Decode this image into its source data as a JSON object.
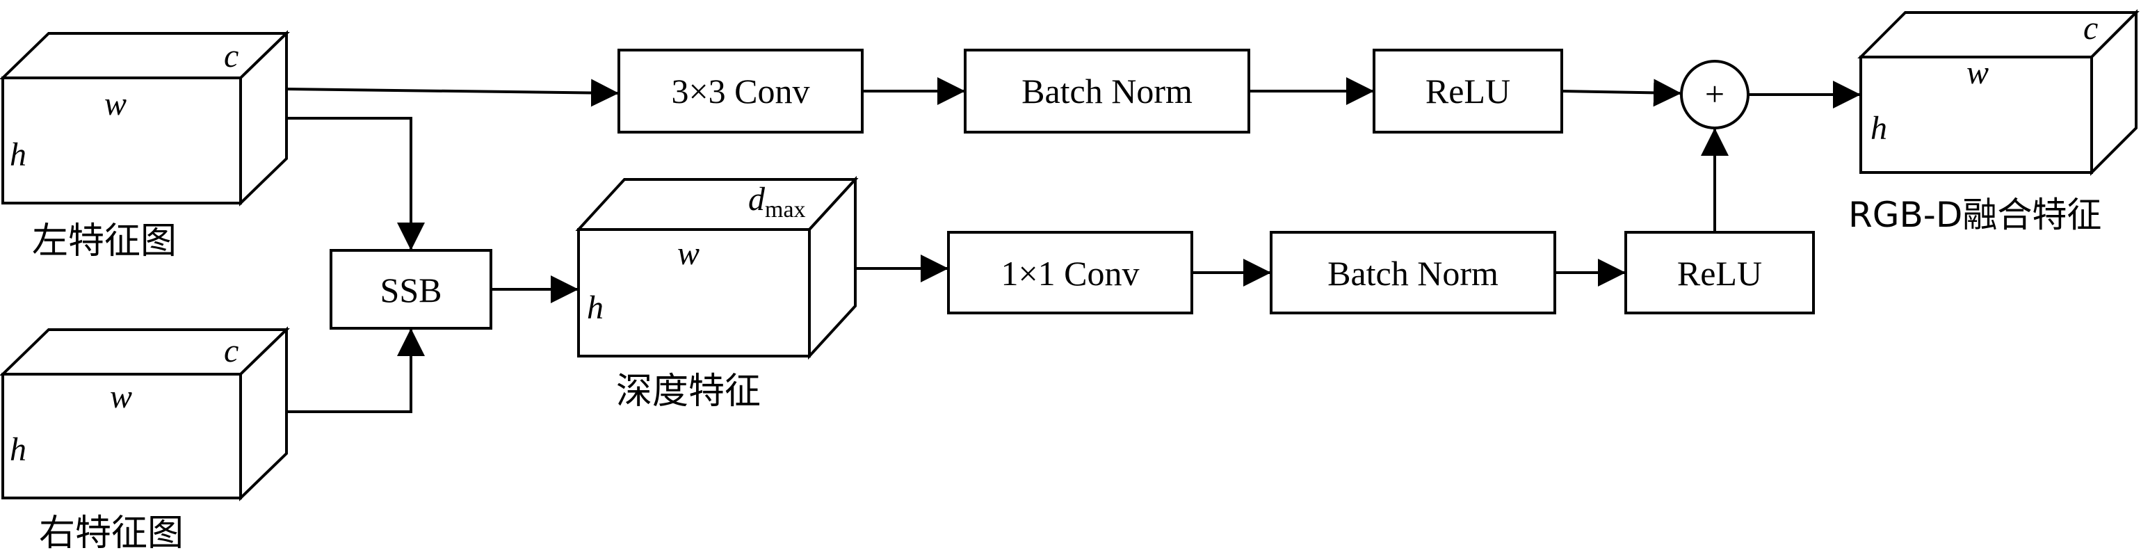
{
  "cubes": {
    "left_feature": {
      "w": "w",
      "h": "h",
      "c": "c",
      "caption": "左特征图"
    },
    "right_feature": {
      "w": "w",
      "h": "h",
      "c": "c",
      "caption": "右特征图"
    },
    "depth_feature": {
      "w": "w",
      "h": "h",
      "d": "d",
      "d_sub": "max",
      "caption": "深度特征"
    },
    "fusion_feature": {
      "w": "w",
      "h": "h",
      "c": "c",
      "caption": "RGB-D融合特征"
    }
  },
  "blocks": {
    "ssb": "SSB",
    "conv3": "3×3 Conv",
    "bn_top": "Batch Norm",
    "relu_top": "ReLU",
    "conv1": "1×1 Conv",
    "bn_bottom": "Batch Norm",
    "relu_bottom": "ReLU",
    "add": "+"
  }
}
